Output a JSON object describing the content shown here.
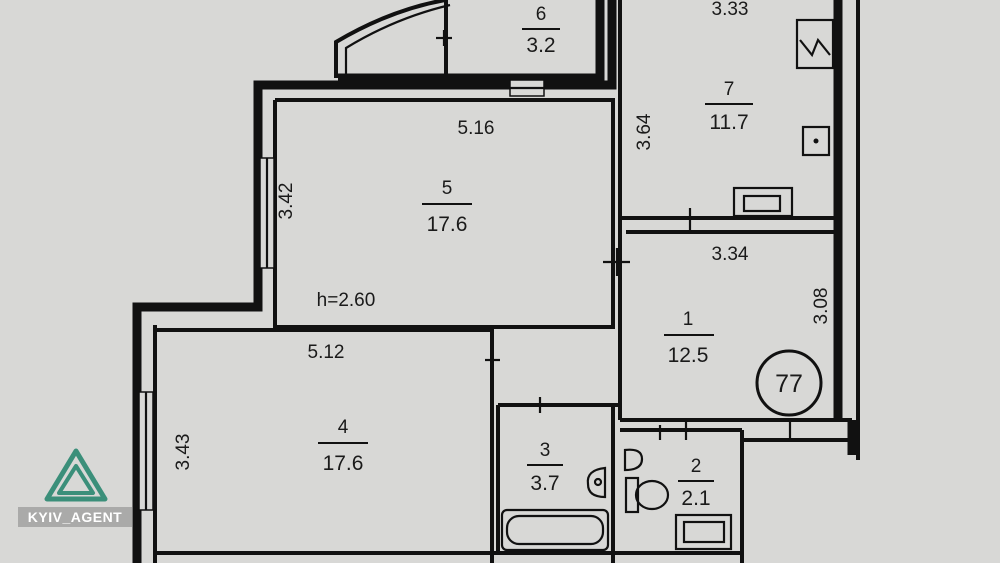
{
  "plan": {
    "rooms": [
      {
        "number": "6",
        "area": "3.2"
      },
      {
        "number": "7",
        "area": "11.7"
      },
      {
        "number": "5",
        "area": "17.6"
      },
      {
        "number": "1",
        "area": "12.5"
      },
      {
        "number": "4",
        "area": "17.6"
      },
      {
        "number": "3",
        "area": "3.7"
      },
      {
        "number": "2",
        "area": "2.1"
      }
    ],
    "dimensions": {
      "kitchen_top": "3.33",
      "room5_width": "5.16",
      "kitchen_side": "3.64",
      "room5_height": "3.42",
      "hall_width": "3.34",
      "hall_height": "3.08",
      "ceiling": "h=2.60",
      "room4_width": "5.12",
      "room4_height": "3.43"
    },
    "unit_number": "77"
  },
  "logo": {
    "text": "KYIV_AGENT"
  }
}
